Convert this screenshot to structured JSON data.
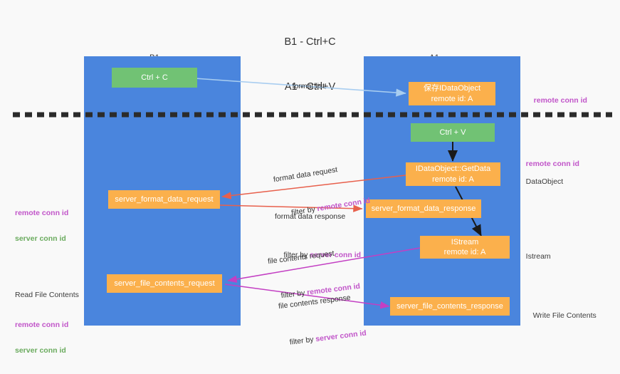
{
  "title": {
    "line1": "B1 - Ctrl+C",
    "line2": "A1 - Ctrl+V"
  },
  "colors": {
    "lane": "#4a85dd",
    "node_green": "#71c274",
    "node_orange": "#fbb04c",
    "remote_conn_id": "#c155c9",
    "server_conn_id": "#6aab5e",
    "arrow_blue": "#a8cdf0",
    "arrow_red": "#e8604c",
    "arrow_magenta": "#c33fc3",
    "arrow_black": "#1a1a1a",
    "divider": "#2b2b2b",
    "background": "#f9f9f9"
  },
  "columns": [
    {
      "id": "b1",
      "name": "B1",
      "role": "connection"
    },
    {
      "id": "a1",
      "name": "A1",
      "role": "remote"
    }
  ],
  "nodes": [
    {
      "id": "ctrl-c",
      "lane": "b1",
      "style": "green",
      "line1": "Ctrl + C",
      "line2": ""
    },
    {
      "id": "save-idataobject",
      "lane": "a1",
      "style": "orange",
      "line1": "保存IDataObject",
      "line2": "remote id: A"
    },
    {
      "id": "ctrl-v",
      "lane": "a1",
      "style": "green",
      "line1": "Ctrl + V",
      "line2": ""
    },
    {
      "id": "idataobject-getdata",
      "lane": "a1",
      "style": "orange",
      "line1": "IDataObject::GetData",
      "line2": "remote id: A"
    },
    {
      "id": "server-format-data-request",
      "lane": "b1",
      "style": "orange",
      "line1": "server_format_data_request",
      "line2": ""
    },
    {
      "id": "server-format-data-response",
      "lane": "a1",
      "style": "orange",
      "line1": "server_format_data_response",
      "line2": ""
    },
    {
      "id": "istream",
      "lane": "a1",
      "style": "orange",
      "line1": "IStream",
      "line2": "remote id: A"
    },
    {
      "id": "server-file-contents-request",
      "lane": "b1",
      "style": "orange",
      "line1": "server_file_contents_request",
      "line2": ""
    },
    {
      "id": "server-file-contents-response",
      "lane": "a1",
      "style": "orange",
      "line1": "server_file_contents_response",
      "line2": ""
    }
  ],
  "edge_labels": [
    {
      "id": "format-list",
      "text": "format list",
      "filter_prefix": "",
      "filter_value": ""
    },
    {
      "id": "format-data-request",
      "text": "format data request",
      "filter_prefix": "filter by ",
      "filter_value": "remote conn id"
    },
    {
      "id": "format-data-response",
      "text": "format data response",
      "filter_prefix": "filter by ",
      "filter_value": "server conn id"
    },
    {
      "id": "file-contents-request",
      "text": "file contents request",
      "filter_prefix": "filter by ",
      "filter_value": "remote conn id"
    },
    {
      "id": "file-contents-response",
      "text": "file contents response",
      "filter_prefix": "filter by ",
      "filter_value": "server conn id"
    }
  ],
  "annotations": {
    "right": [
      {
        "id": "remote-conn-id-top",
        "kind": "remote",
        "text": "remote conn id"
      },
      {
        "id": "remote-conn-id-mid",
        "kind": "remote",
        "text": "remote conn id"
      },
      {
        "id": "dataobject",
        "kind": "plain",
        "text": "DataObject"
      },
      {
        "id": "istream-label",
        "kind": "plain",
        "text": "Istream"
      },
      {
        "id": "write-file-contents",
        "kind": "plain",
        "text": "Write File Contents"
      }
    ],
    "left": [
      {
        "id": "left-conn-ids-mid",
        "remote": "remote conn id",
        "server": "server conn id",
        "heading": ""
      },
      {
        "id": "read-file-contents",
        "remote": "remote conn id",
        "server": "server conn id",
        "heading": "Read File Contents"
      }
    ]
  }
}
